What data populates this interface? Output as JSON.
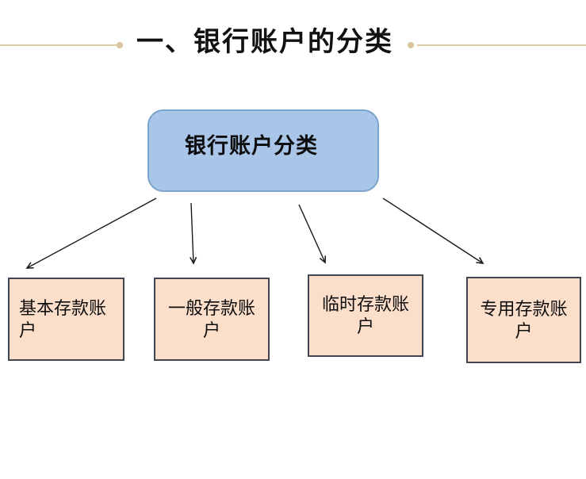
{
  "title": {
    "text": "一、银行账户的分类"
  },
  "diagram": {
    "root": {
      "label": "银行账户分类"
    },
    "children": [
      {
        "label": "基本存款账户"
      },
      {
        "label": "一般存款账户"
      },
      {
        "label": "临时存款账户"
      },
      {
        "label": "专用存款账户"
      }
    ]
  },
  "colors": {
    "background": "#FFFFFF",
    "title_text": "#111111",
    "divider_line": "#DDCBA6",
    "divider_dot": "#D9C49E",
    "root_fill": "#A9C6E9",
    "root_border": "#7BA3CC",
    "child_fill": "#FBDFCB",
    "child_border": "#3F4651",
    "arrow": "#1A1A1A"
  }
}
